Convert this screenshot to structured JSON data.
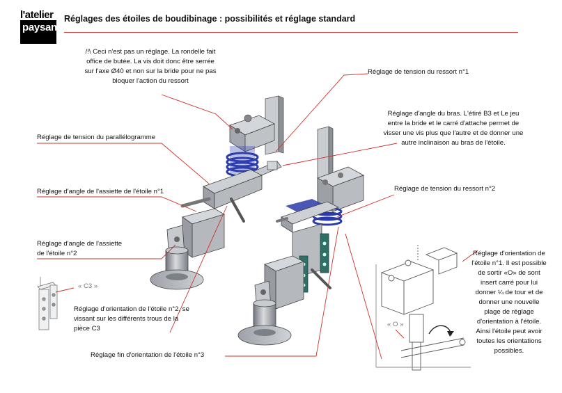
{
  "logo": {
    "line1": "l'atelier",
    "line2": "paysan"
  },
  "header": {
    "title": "Réglages des étoiles de boudibinage : possibilités et réglage standard"
  },
  "annotations": {
    "warning": "/!\\ Ceci n'est pas un réglage. La rondelle fait office de butée. La vis doit donc être serrée sur l'axe Ø40 et non sur la bride pour ne pas bloquer l'action du ressort",
    "spring_tension_1": "Réglage de tension du ressort n°1",
    "arm_angle": "Réglage d'angle du bras. L'étiré B3 et Le jeu entre la bride et le carré d'attache permet de visser une vis plus que l'autre et de donner une autre inclinaison au bras de l'étoile.",
    "parallelogram_tension": "Réglage de tension du parallélogramme",
    "spring_tension_2": "Réglage de tension du ressort n°2",
    "plate_angle_1": "Réglage d'angle de l'assiette de l'étoile n°1",
    "plate_angle_2": "Réglage d'angle de l'assiette de l'étoile n°2",
    "orientation_1": "Réglage d'orientation de l'étoile n°1. Il est possible de sortir «O» de sont insert carré pour lui donner ¼ de tour et de donner une nouvelle plage de réglage d'orientation à l'étoile. Ainsi l'étoile peut avoir toutes les orientations possibles.",
    "orientation_2": "Réglage d'orientation de l'étoile n°2, se vissant sur les différents trous de la pièce C3",
    "fine_orientation_3": "Réglage fin d'orientation de l'étoile n°3",
    "part_c3": "« C3 »",
    "part_o": "« O »"
  },
  "colors": {
    "leader": "#d0302a",
    "part_blue": "#2a3aa8",
    "part_teal": "#2f6f66",
    "metal": "#b9bcc2"
  }
}
